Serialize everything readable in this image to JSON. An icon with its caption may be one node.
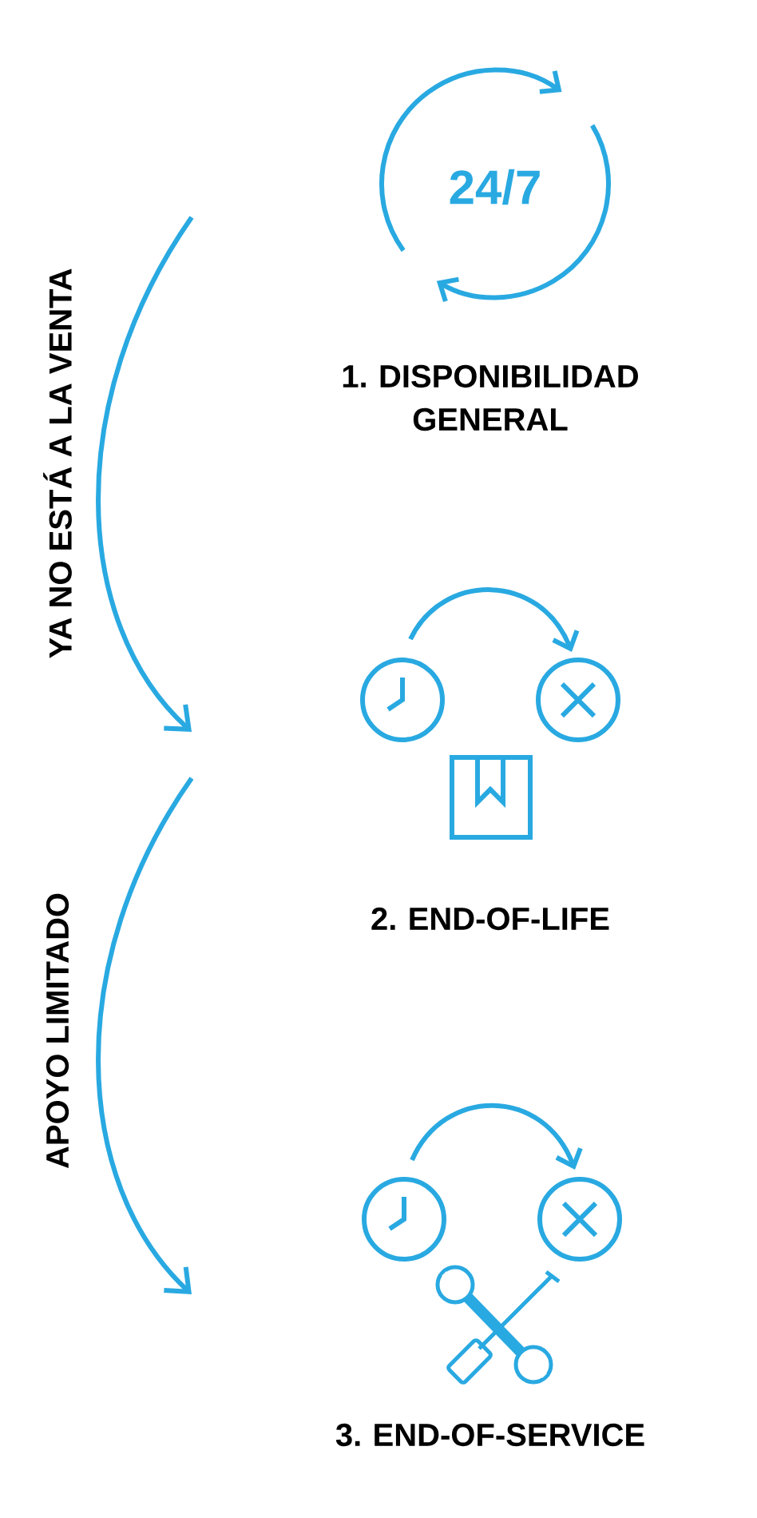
{
  "diagram": {
    "nodes": [
      {
        "text": [
          "24/7",
          "1. DISPONIBILIDAD GENERAL"
        ]
      },
      {
        "text": [
          "2. END-OF-LIFE"
        ]
      },
      {
        "text": [
          "3. END-OF-SERVICE"
        ]
      }
    ],
    "labels": [
      "YA NO ESTÁ A LA VENTA",
      "APOYO LIMITADO"
    ]
  }
}
